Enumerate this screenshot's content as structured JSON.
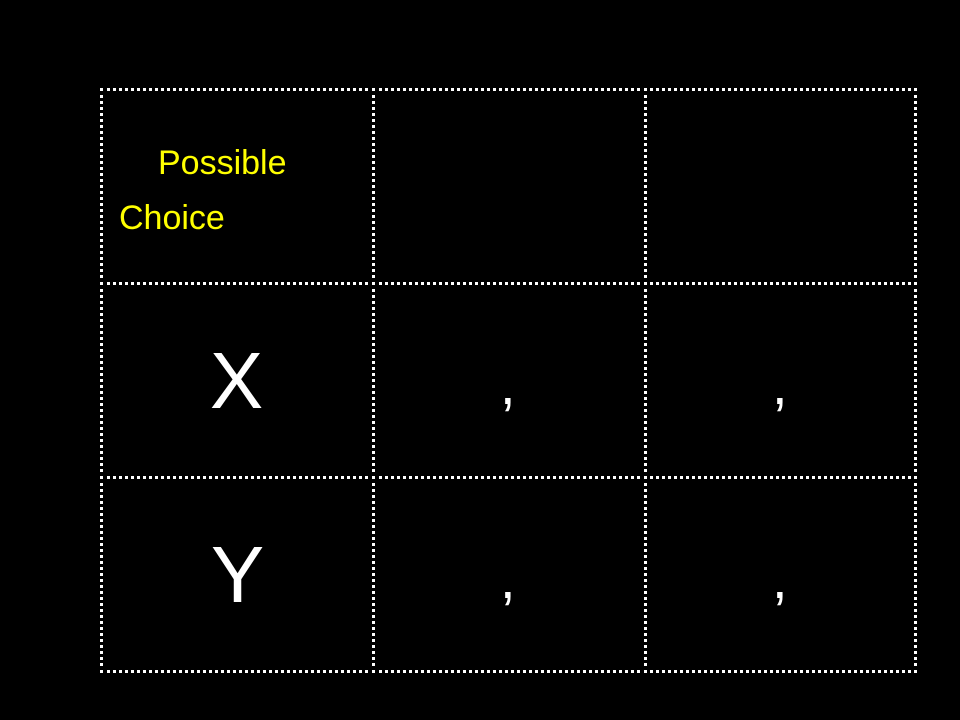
{
  "colors": {
    "background": "#000000",
    "header_text": "#ffff00",
    "body_text": "#ffffff",
    "grid_line": "#ffffff"
  },
  "table": {
    "corner_label_line1": "Possible",
    "corner_label_line2": "Choice",
    "rows": [
      {
        "label": "X",
        "cells": [
          ",",
          ","
        ]
      },
      {
        "label": "Y",
        "cells": [
          ",",
          ","
        ]
      }
    ]
  }
}
